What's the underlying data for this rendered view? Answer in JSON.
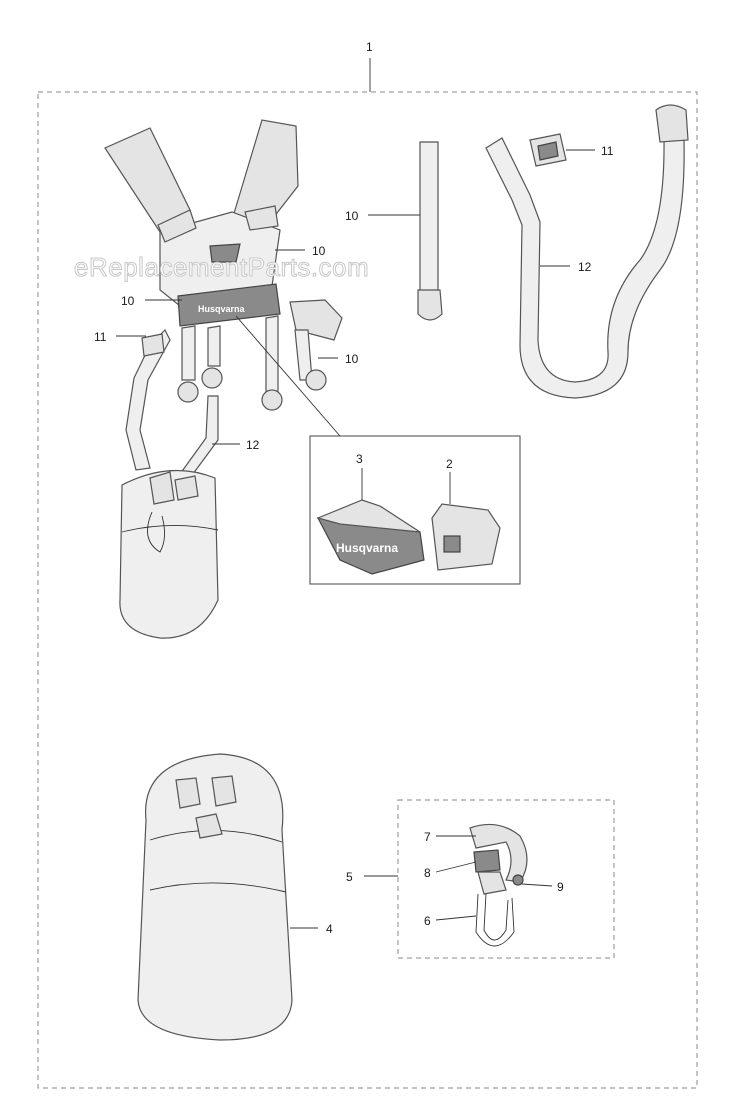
{
  "watermark": "eReplacementParts.com",
  "brand_logo": "Husqvarna",
  "callouts": {
    "assembly": "1",
    "harness_pad_10": "10",
    "harness_buckle_10": "10",
    "harness_clip_10": "10",
    "harness_11": "11",
    "harness_12": "12",
    "strap_10": "10",
    "buckle_11": "11",
    "belt_12": "12",
    "part_3": "3",
    "part_2": "2",
    "part_4": "4",
    "part_5": "5",
    "part_7": "7",
    "part_8": "8",
    "part_9": "9",
    "part_6": "6"
  }
}
